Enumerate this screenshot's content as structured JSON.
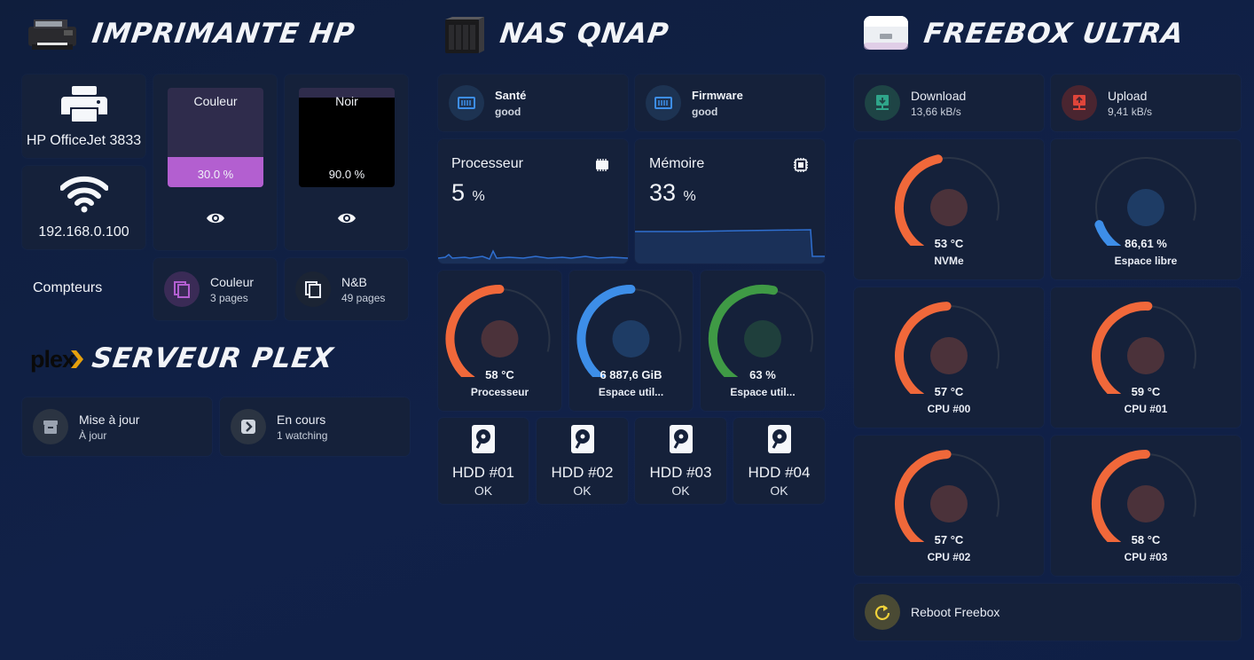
{
  "sections": {
    "printer": "Imprimante HP",
    "nas": "NAS QNAP",
    "freebox": "Freebox Ultra",
    "plex": "Serveur Plex",
    "plex_logo": "plex"
  },
  "printer": {
    "model": "HP OfficeJet 3833",
    "ip": "192.168.0.100",
    "counters_label": "Compteurs",
    "ink": [
      {
        "name": "Couleur",
        "value": "30.0 %",
        "level": 30,
        "color": "#b35fd0"
      },
      {
        "name": "Noir",
        "value": "90.0 %",
        "level": 90,
        "color": "#000000"
      }
    ],
    "counters": [
      {
        "name": "Couleur",
        "value": "3 pages",
        "color": "#b35fd0"
      },
      {
        "name": "N&B",
        "value": "49 pages",
        "color": "#ffffff"
      }
    ]
  },
  "plex": {
    "tiles": [
      {
        "name": "Mise à jour",
        "value": "À jour"
      },
      {
        "name": "En cours",
        "value": "1 watching"
      }
    ]
  },
  "nas": {
    "status": [
      {
        "name": "Santé",
        "value": "good"
      },
      {
        "name": "Firmware",
        "value": "good"
      }
    ],
    "cpu": {
      "name": "Processeur",
      "value": "5",
      "unit": "%"
    },
    "mem": {
      "name": "Mémoire",
      "value": "33",
      "unit": "%"
    },
    "gauges": [
      {
        "value": "58 °C",
        "name": "Processeur",
        "fraction": 0.58,
        "color": "#f0683a"
      },
      {
        "value": "6 887,6 GiB",
        "name": "Espace util...",
        "fraction": 0.58,
        "color": "#3d8ee8"
      },
      {
        "value": "63 %",
        "name": "Espace util...",
        "fraction": 0.63,
        "color": "#3f9a45"
      }
    ],
    "hdds": [
      {
        "name": "HDD #01",
        "value": "OK"
      },
      {
        "name": "HDD #02",
        "value": "OK"
      },
      {
        "name": "HDD #03",
        "value": "OK"
      },
      {
        "name": "HDD #04",
        "value": "OK"
      }
    ]
  },
  "freebox": {
    "download": {
      "name": "Download",
      "value": "13,66 kB/s",
      "color": "#2fa58a"
    },
    "upload": {
      "name": "Upload",
      "value": "9,41 kB/s",
      "color": "#e0453a"
    },
    "gauges": [
      {
        "value": "53 °C",
        "name": "NVMe",
        "fraction": 0.53,
        "color": "#f0683a"
      },
      {
        "value": "86,61 %",
        "name": "Espace libre",
        "fraction": 0.14,
        "color": "#3d8ee8"
      },
      {
        "value": "57 °C",
        "name": "CPU #00",
        "fraction": 0.57,
        "color": "#f0683a"
      },
      {
        "value": "59 °C",
        "name": "CPU #01",
        "fraction": 0.59,
        "color": "#f0683a"
      },
      {
        "value": "57 °C",
        "name": "CPU #02",
        "fraction": 0.57,
        "color": "#f0683a"
      },
      {
        "value": "58 °C",
        "name": "CPU #03",
        "fraction": 0.58,
        "color": "#f0683a"
      }
    ],
    "reboot": "Reboot Freebox"
  }
}
